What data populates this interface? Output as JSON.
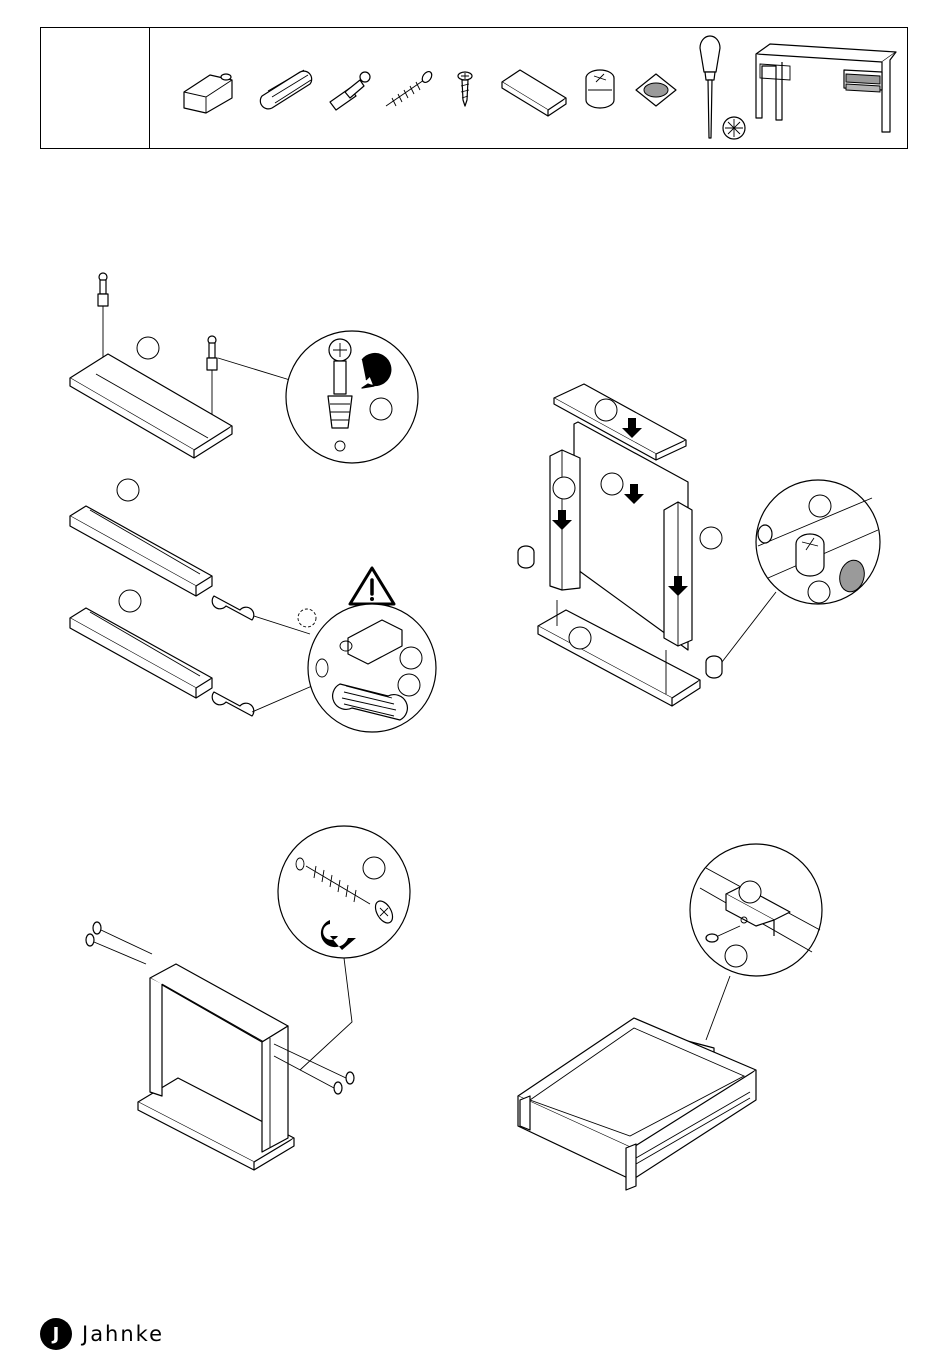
{
  "brand": {
    "name": "Jahnke",
    "wordmark": "Jahnke",
    "logo_letter": "J",
    "logo_color": "#000000"
  },
  "parts_strip": {
    "icons": [
      "cam-bolt-block-icon",
      "wooden-dowel-icon",
      "cam-bolt-icon",
      "wood-screw-icon",
      "short-screw-icon",
      "metal-bracket-icon",
      "cam-lock-icon",
      "felt-pad-icon",
      "screwdriver-icon",
      "desk-preview-icon"
    ]
  },
  "steps": [
    {
      "id": "step-cam-bolts",
      "icons": [
        "cam-bolt-icon",
        "rotate-arrow-icon"
      ]
    },
    {
      "id": "step-dowels",
      "icons": [
        "wooden-dowel-icon",
        "warning-icon"
      ]
    },
    {
      "id": "step-frame",
      "icons": [
        "cam-lock-icon",
        "down-arrow-icon"
      ]
    },
    {
      "id": "step-screws",
      "icons": [
        "wood-screw-icon",
        "rotate-arrow-icon"
      ]
    },
    {
      "id": "step-drawer",
      "icons": [
        "metal-bracket-icon",
        "short-screw-icon"
      ]
    }
  ],
  "colors": {
    "line": "#000000",
    "accent_grey": "#9a9a9a",
    "background": "#ffffff"
  }
}
